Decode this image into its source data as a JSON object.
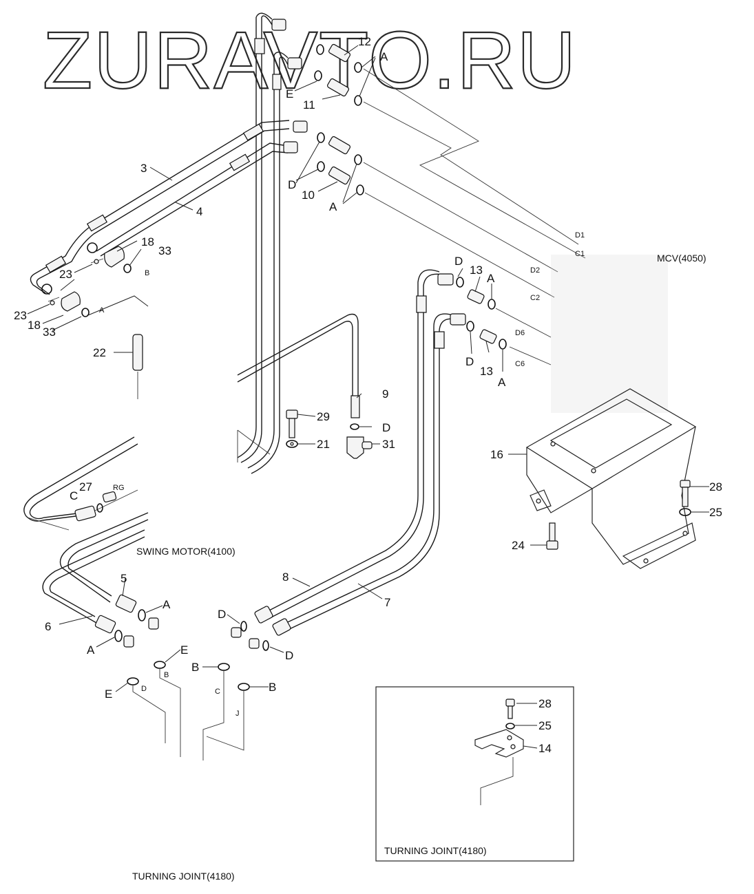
{
  "watermark": "ZURAVTO.RU",
  "component_labels": {
    "mcv": "MCV(4050)",
    "swing_motor": "SWING MOTOR(4100)",
    "turning_joint": "TURNING JOINT(4180)",
    "turning_joint_inset": "TURNING JOINT(4180)"
  },
  "part_numbers": {
    "p3": "3",
    "p4": "4",
    "p5": "5",
    "p6": "6",
    "p7": "7",
    "p8": "8",
    "p9": "9",
    "p10": "10",
    "p11": "11",
    "p12": "12",
    "p13a": "13",
    "p13b": "13",
    "p14": "14",
    "p16": "16",
    "p18a": "18",
    "p18b": "18",
    "p21": "21",
    "p22": "22",
    "p23a": "23",
    "p23b": "23",
    "p24": "24",
    "p25a": "25",
    "p25b": "25",
    "p27": "27",
    "p28a": "28",
    "p28b": "28",
    "p29": "29",
    "p31": "31",
    "p33a": "33",
    "p33b": "33"
  },
  "port_letters": {
    "a1": "A",
    "a2": "A",
    "a3": "A",
    "a4": "A",
    "a5": "A",
    "a6": "A",
    "d1": "D",
    "d2": "D",
    "d3": "D",
    "d4": "D",
    "d5": "D",
    "d6": "D",
    "e1": "E",
    "e2": "E",
    "e3": "E",
    "b1": "B",
    "b2": "B",
    "c1": "C"
  },
  "port_codes": {
    "d1": "D1",
    "c1": "C1",
    "d2": "D2",
    "c2": "C2",
    "d6": "D6",
    "c6": "C6",
    "b": "B",
    "a": "A",
    "rg": "RG",
    "tb": "B",
    "td": "D",
    "tc": "C",
    "tj": "J"
  }
}
